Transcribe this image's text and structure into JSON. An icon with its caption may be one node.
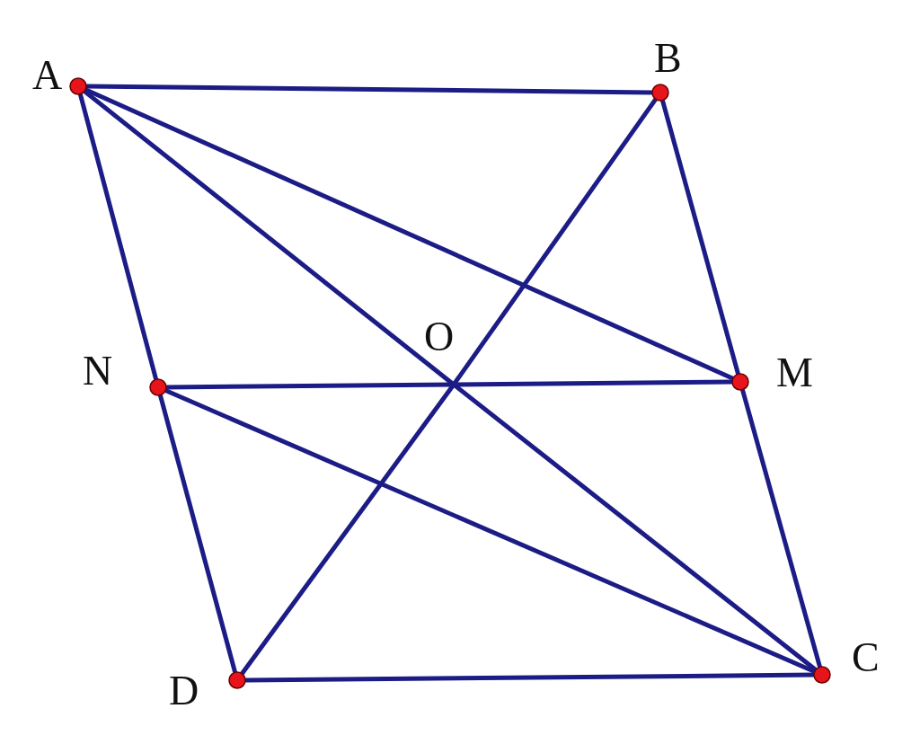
{
  "diagram": {
    "nodes": [
      {
        "text": [
          "A"
        ]
      },
      {
        "text": [
          "B"
        ]
      },
      {
        "text": [
          "O"
        ]
      },
      {
        "text": [
          "N"
        ]
      },
      {
        "text": [
          "M"
        ]
      },
      {
        "text": [
          "D"
        ]
      },
      {
        "text": [
          "C"
        ]
      }
    ],
    "edges": [
      {
        "from": 0,
        "to": 1,
        "arrow": "none"
      },
      {
        "from": 1,
        "to": 4,
        "arrow": "none"
      },
      {
        "from": 4,
        "to": 6,
        "arrow": "none"
      },
      {
        "from": 6,
        "to": 5,
        "arrow": "none"
      },
      {
        "from": 5,
        "to": 3,
        "arrow": "none"
      },
      {
        "from": 3,
        "to": 0,
        "arrow": "none"
      },
      {
        "from": 0,
        "to": 4,
        "arrow": "none"
      },
      {
        "from": 0,
        "to": 2,
        "arrow": "none"
      },
      {
        "from": 2,
        "to": 6,
        "arrow": "none"
      },
      {
        "from": 1,
        "to": 2,
        "arrow": "none"
      },
      {
        "from": 2,
        "to": 5,
        "arrow": "none"
      },
      {
        "from": 3,
        "to": 2,
        "arrow": "none"
      },
      {
        "from": 2,
        "to": 4,
        "arrow": "none"
      },
      {
        "from": 3,
        "to": 6,
        "arrow": "none"
      }
    ]
  }
}
